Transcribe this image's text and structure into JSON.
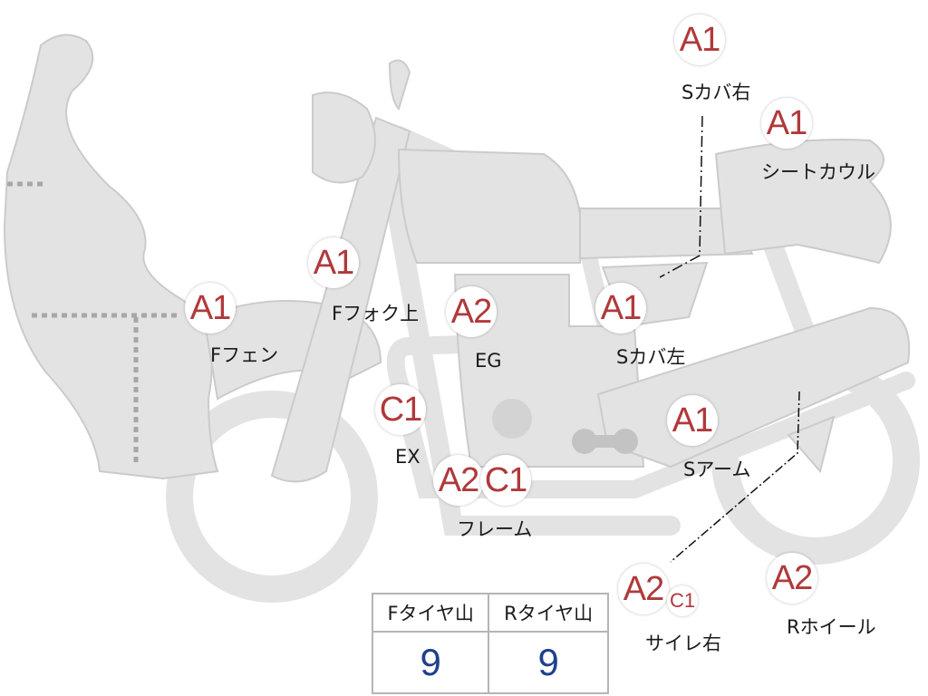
{
  "colors": {
    "part_fill": "#e3e3e3",
    "part_stroke": "#c9c9c9",
    "grade_text": "#b0393b",
    "value_text": "#1f3f8f"
  },
  "parts": [
    {
      "id": "s-cover-right",
      "grade": "A1",
      "label": "Sカバ右"
    },
    {
      "id": "seat-cowl",
      "grade": "A1",
      "label": "シートカウル"
    },
    {
      "id": "front-fender",
      "grade": "A1",
      "label": "Fフェン"
    },
    {
      "id": "front-fork-upper",
      "grade": "A1",
      "label": "Fフォク上"
    },
    {
      "id": "engine",
      "grade": "A2",
      "label": "EG"
    },
    {
      "id": "s-cover-left",
      "grade": "A1",
      "label": "Sカバ左"
    },
    {
      "id": "exhaust",
      "grade": "C1",
      "label": "EX"
    },
    {
      "id": "swing-arm",
      "grade": "A1",
      "label": "Sアーム"
    },
    {
      "id": "frame",
      "grades": [
        "A2",
        "C1"
      ],
      "label": "フレーム"
    },
    {
      "id": "muffler-right",
      "grades": [
        "A2",
        "C1"
      ],
      "label": "サイレ右"
    },
    {
      "id": "rear-wheel",
      "grade": "A2",
      "label": "Rホイール"
    }
  ],
  "tires": {
    "front_header": "Fタイヤ山",
    "rear_header": "Rタイヤ山",
    "front_value": "9",
    "rear_value": "9"
  }
}
